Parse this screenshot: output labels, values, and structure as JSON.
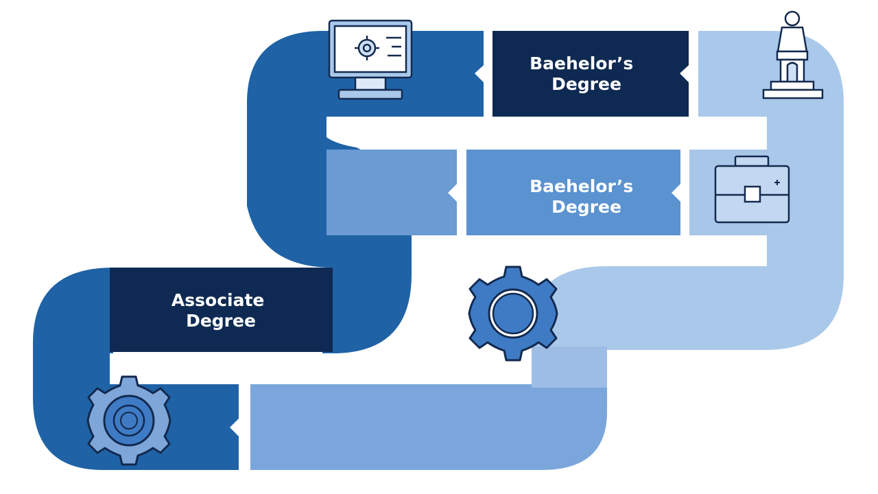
{
  "colors": {
    "dark": "#1f5fa3",
    "navy": "#0f2a52",
    "medium": "#5b92d0",
    "light": "#a8c6e8",
    "lighter": "#b9d2ee",
    "icon_stroke": "#12294e"
  },
  "stages": [
    {
      "line1": "Associate",
      "line2": "Degree"
    },
    {
      "line1": "Baehelor’s",
      "line2": "Degree"
    },
    {
      "line1": "Baehelor’s",
      "line2": "Degree"
    }
  ],
  "icons": [
    "gear-icon",
    "gear-icon",
    "computer-settings-icon",
    "briefcase-icon",
    "statue-icon"
  ]
}
